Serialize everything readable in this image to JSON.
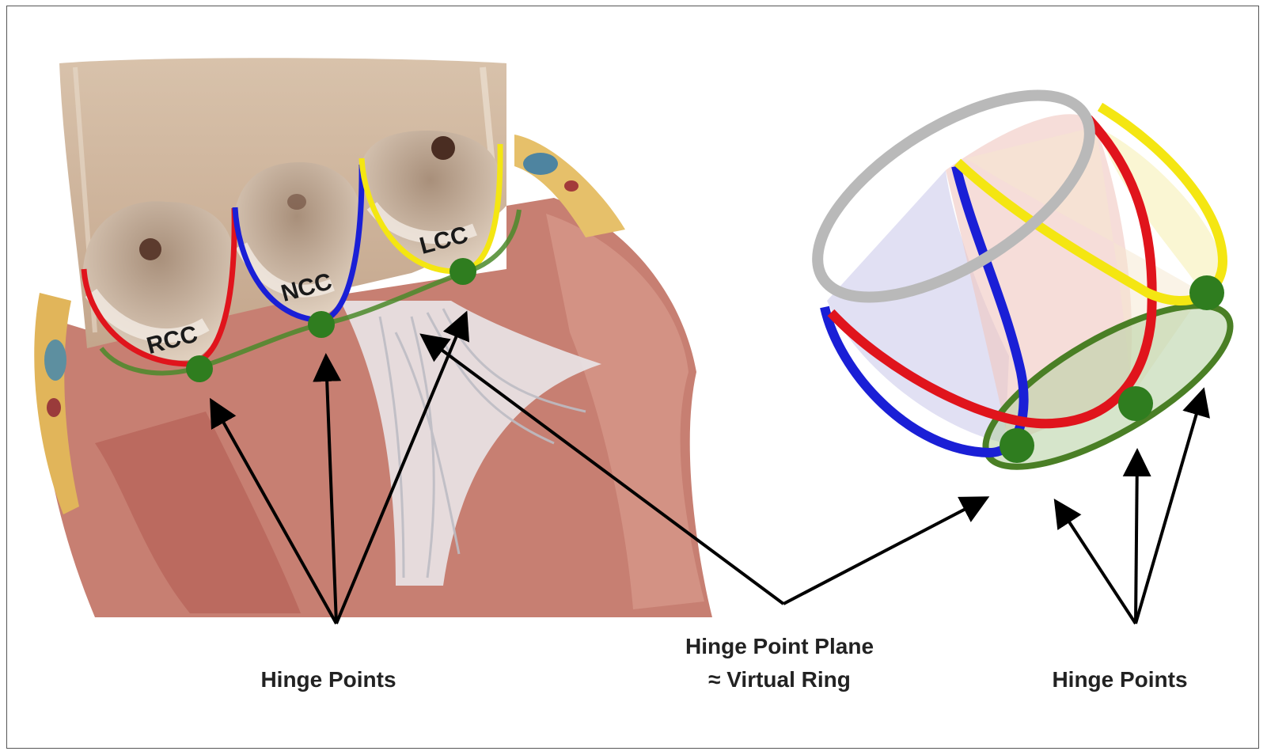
{
  "labels": {
    "cusps": {
      "rcc": "RCC",
      "ncc": "NCC",
      "lcc": "LCC"
    },
    "left_caption": "Hinge Points",
    "middle_caption_line1": "Hinge Point Plane",
    "middle_caption_line2": "≈ Virtual Ring",
    "right_caption": "Hinge Points"
  },
  "colors": {
    "rcc_line": "#e0141c",
    "ncc_line": "#1a1fd6",
    "lcc_line": "#f4e612",
    "hinge_plane": "#4a8a2a",
    "hinge_point": "#2f7d1f",
    "virtual_ring_top": "#b9b9b9",
    "tissue": "#c9857a",
    "arrow": "#000000"
  }
}
